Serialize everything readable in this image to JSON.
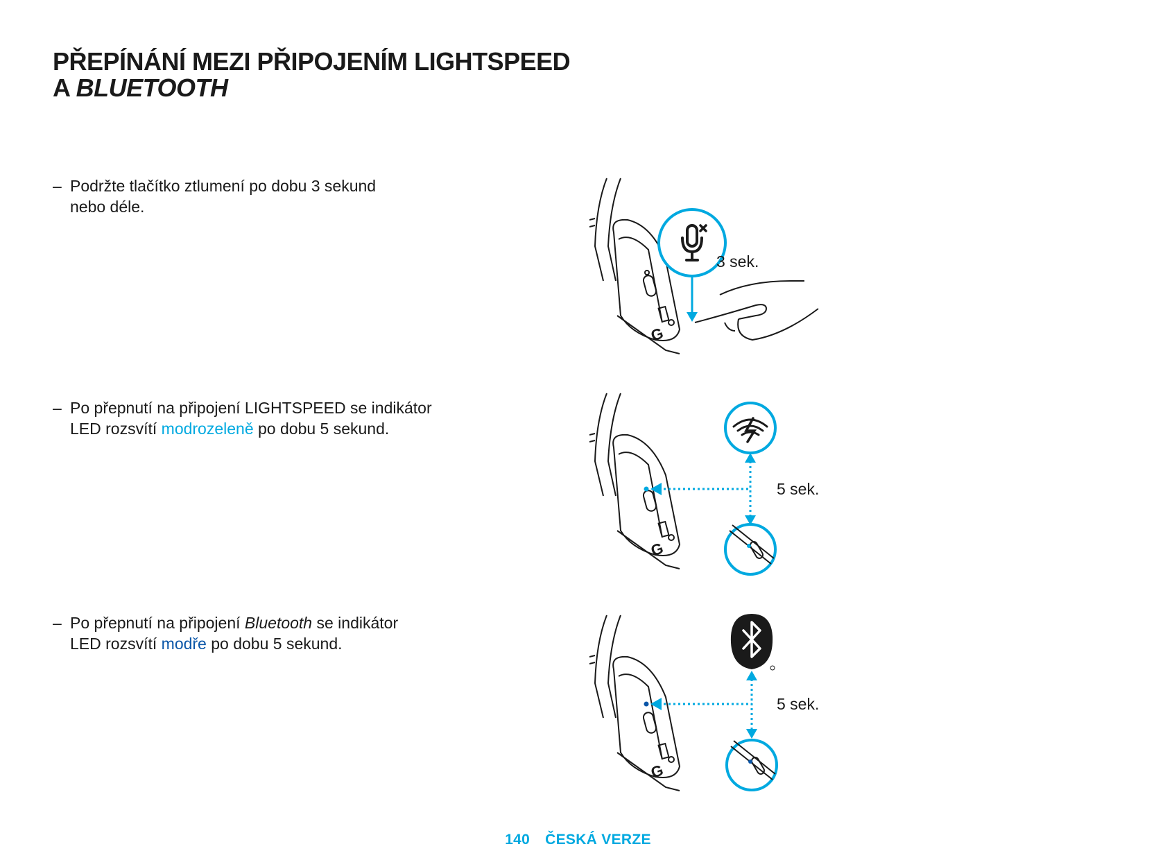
{
  "title": {
    "line1": "PŘEPÍNÁNÍ MEZI PŘIPOJENÍM LIGHTSPEED",
    "line2_prefix": "A ",
    "line2_italic": "BLUETOOTH"
  },
  "steps": [
    {
      "dash": "–",
      "line1": "Podržte tlačítko ztlumení po dobu 3 sekund",
      "line2": "nebo déle.",
      "duration_label": "3 sek."
    },
    {
      "dash": "–",
      "line1": "Po přepnutí na připojení LIGHTSPEED se indikátor",
      "line2_before": "LED rozsvítí ",
      "line2_color": "modrozeleně",
      "line2_after": " po dobu 5 sekund.",
      "duration_label": "5 sek."
    },
    {
      "dash": "–",
      "line1_before": "Po přepnutí na připojení ",
      "line1_italic": "Bluetooth",
      "line1_after": " se indikátor",
      "line2_before": "LED rozsvítí ",
      "line2_color": "modře",
      "line2_after": " po dobu 5 sekund.",
      "duration_label": "5 sek."
    }
  ],
  "footer": {
    "page_number": "140",
    "section": "ČESKÁ VERZE"
  },
  "colors": {
    "accent": "#00a9e0",
    "led_teal": "#00a9e0",
    "led_blue": "#0a56a8",
    "text": "#1a1a1a"
  },
  "icons": [
    "mic-mute-icon",
    "lightspeed-icon",
    "bluetooth-icon",
    "g-logo-icon",
    "hand-icon"
  ]
}
